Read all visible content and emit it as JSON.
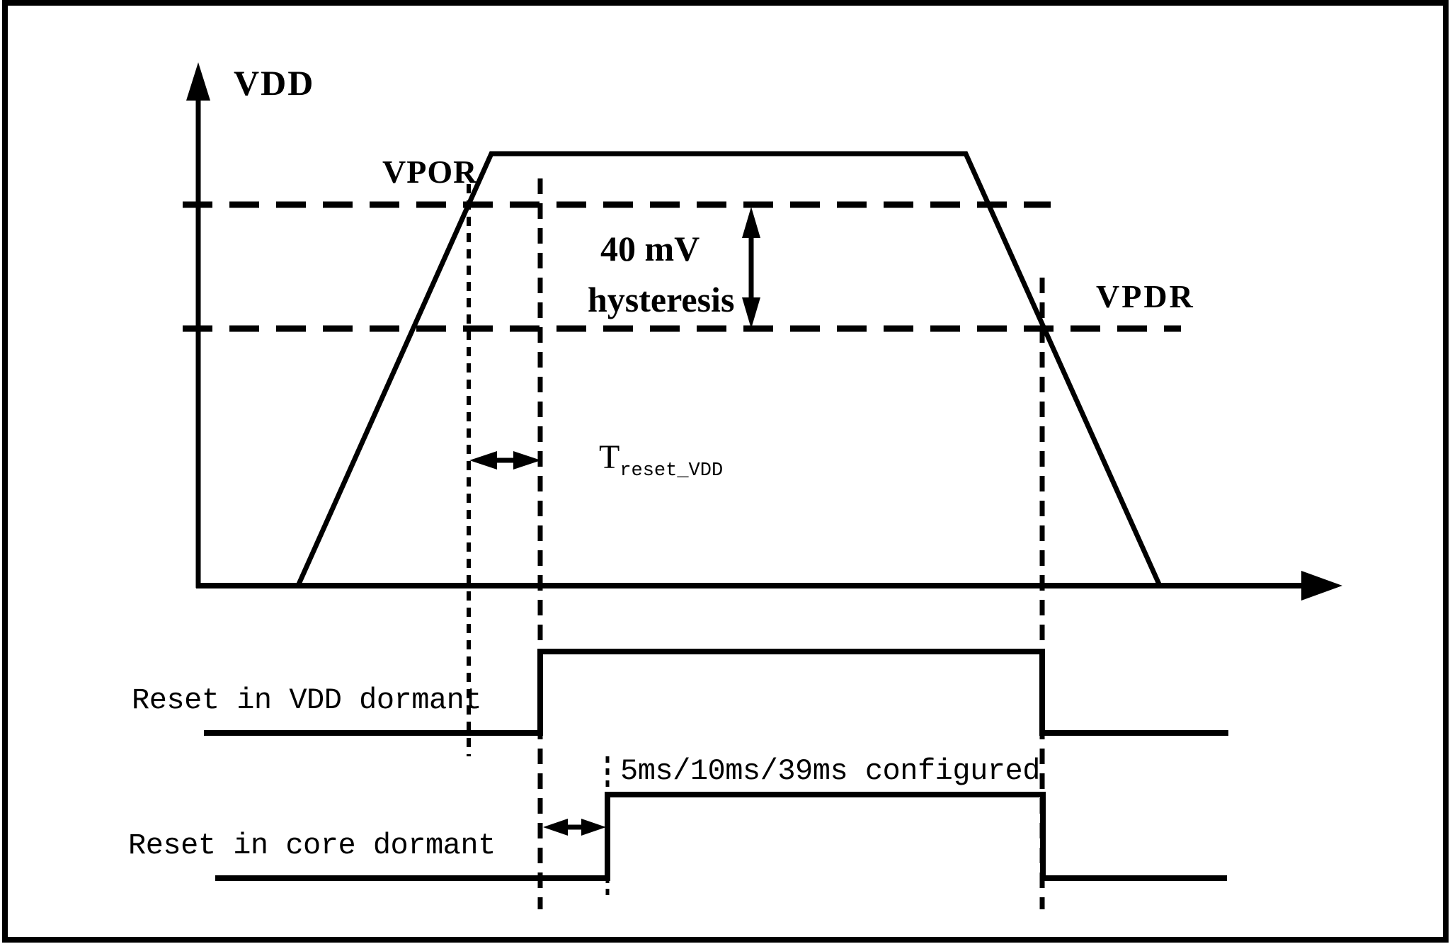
{
  "diagram": {
    "colors": {
      "line": "#000000",
      "background": "#ffffff"
    },
    "labels": {
      "vdd": "VDD",
      "vpor": "VPOR",
      "vpdr": "VPDR",
      "hysteresis_value": "40 mV",
      "hysteresis_word": "hysteresis",
      "t_reset_base": "T",
      "t_reset_sub": "reset_VDD",
      "reset_vdd_dormant": "Reset in VDD dormant",
      "reset_core_dormant": "Reset in core dormant",
      "configured": "5ms/10ms/39ms configured"
    }
  }
}
